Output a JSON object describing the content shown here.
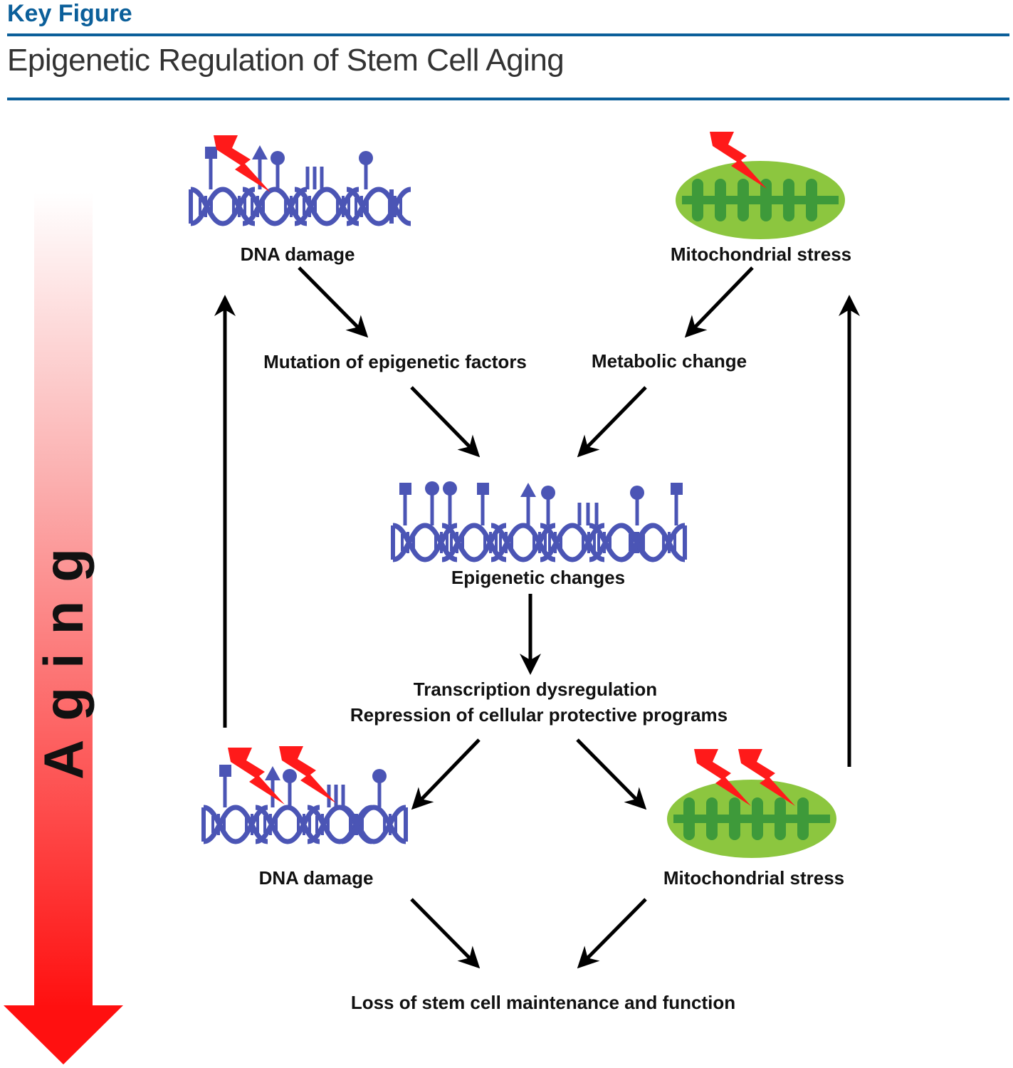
{
  "header": {
    "tag": "Key Figure",
    "title": "Epigenetic Regulation of Stem Cell Aging"
  },
  "aging_label": "Aging",
  "labels": {
    "dna_damage_top": "DNA damage",
    "mito_stress_top": "Mitochondrial stress",
    "mutation": "Mutation of epigenetic factors",
    "metabolic": "Metabolic change",
    "epigenetic": "Epigenetic changes",
    "transcription_line1": "Transcription dysregulation",
    "transcription_line2": "Repression of cellular protective programs",
    "dna_damage_bottom": "DNA damage",
    "mito_stress_bottom": "Mitochondrial stress",
    "loss": "Loss of stem cell maintenance and function"
  },
  "colors": {
    "accent": "#0b5f9a",
    "dna": "#4b55b5",
    "mito_outer": "#8cc63f",
    "mito_inner": "#3e9a3a",
    "bolt": "#ff1a1a",
    "arrow": "#000000"
  }
}
